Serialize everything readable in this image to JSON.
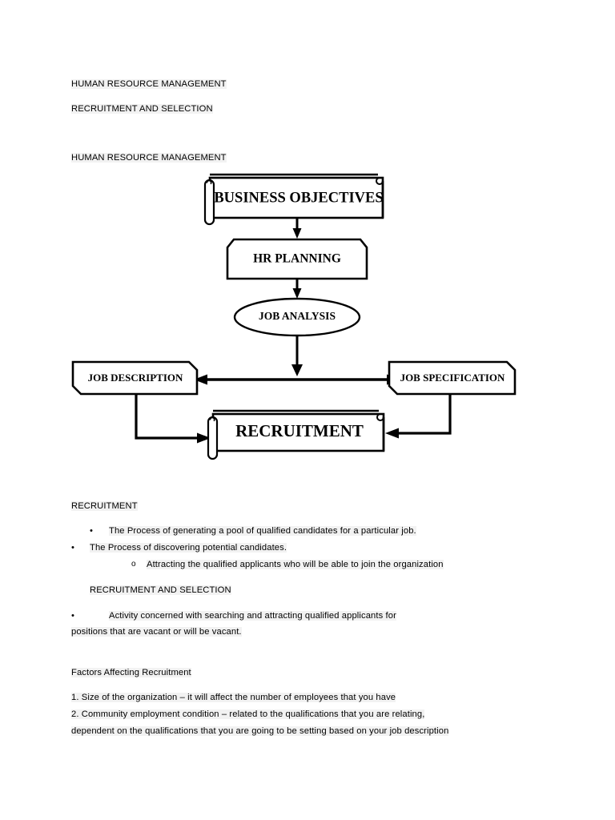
{
  "document": {
    "headings": {
      "title_1": "HUMAN RESOURCE MANAGEMENT",
      "title_2": "RECRUITMENT AND SELECTION",
      "title_3": "HUMAN RESOURCE MANAGEMENT",
      "recruitment_heading": "RECRUITMENT",
      "recruitment_and_selection_heading": "RECRUITMENT AND SELECTION",
      "factors_heading": "Factors Affecting Recruitment"
    },
    "bullets": {
      "marker_filled": "•",
      "marker_hollow": "o",
      "item_1": "The Process of generating a pool of qualified candidates for a particular job.",
      "item_2": "The Process of discovering potential candidates.",
      "item_3": "Attracting the qualified applicants who will be able to join the organization",
      "item_4_line_1": "Activity concerned with searching and attracting qualified applicants for",
      "item_4_line_2": "positions that are vacant or will be vacant."
    },
    "factors": {
      "factor_1": "1. Size of the organization – it will affect the number of employees that you have",
      "factor_2_line_1": "2. Community employment condition – related to the qualifications that you are relating,",
      "factor_2_line_2": "dependent on the qualifications that you are going to be setting based on your job description"
    }
  },
  "diagram": {
    "type": "flowchart",
    "title": "Human Resource Management recruitment flow",
    "nodes": [
      {
        "id": "business-objectives",
        "label": "BUSINESS OBJECTIVES",
        "shape": "scroll-banner"
      },
      {
        "id": "hr-planning",
        "label": "HR PLANNING",
        "shape": "chamfered-box-top"
      },
      {
        "id": "job-analysis",
        "label": "JOB ANALYSIS",
        "shape": "ellipse"
      },
      {
        "id": "job-description",
        "label": "JOB DESCRIPTION",
        "shape": "chamfered-box-diagonal"
      },
      {
        "id": "job-specification",
        "label": "JOB SPECIFICATION",
        "shape": "chamfered-box-diagonal"
      },
      {
        "id": "recruitment",
        "label": "RECRUITMENT",
        "shape": "scroll-banner"
      }
    ],
    "edges": [
      {
        "from": "business-objectives",
        "to": "hr-planning",
        "direction": "down"
      },
      {
        "from": "hr-planning",
        "to": "job-analysis",
        "direction": "down"
      },
      {
        "from": "job-analysis",
        "to": "job-description",
        "direction": "down-left"
      },
      {
        "from": "job-analysis",
        "to": "job-specification",
        "direction": "down-right"
      },
      {
        "from": "job-description",
        "to": "recruitment",
        "direction": "down-right"
      },
      {
        "from": "job-specification",
        "to": "recruitment",
        "direction": "down-left"
      }
    ]
  },
  "colors": {
    "page_background": "#ffffff",
    "text": "#000000",
    "highlight": "#f2f2f2",
    "diagram_stroke": "#000000",
    "diagram_fill": "#ffffff"
  }
}
